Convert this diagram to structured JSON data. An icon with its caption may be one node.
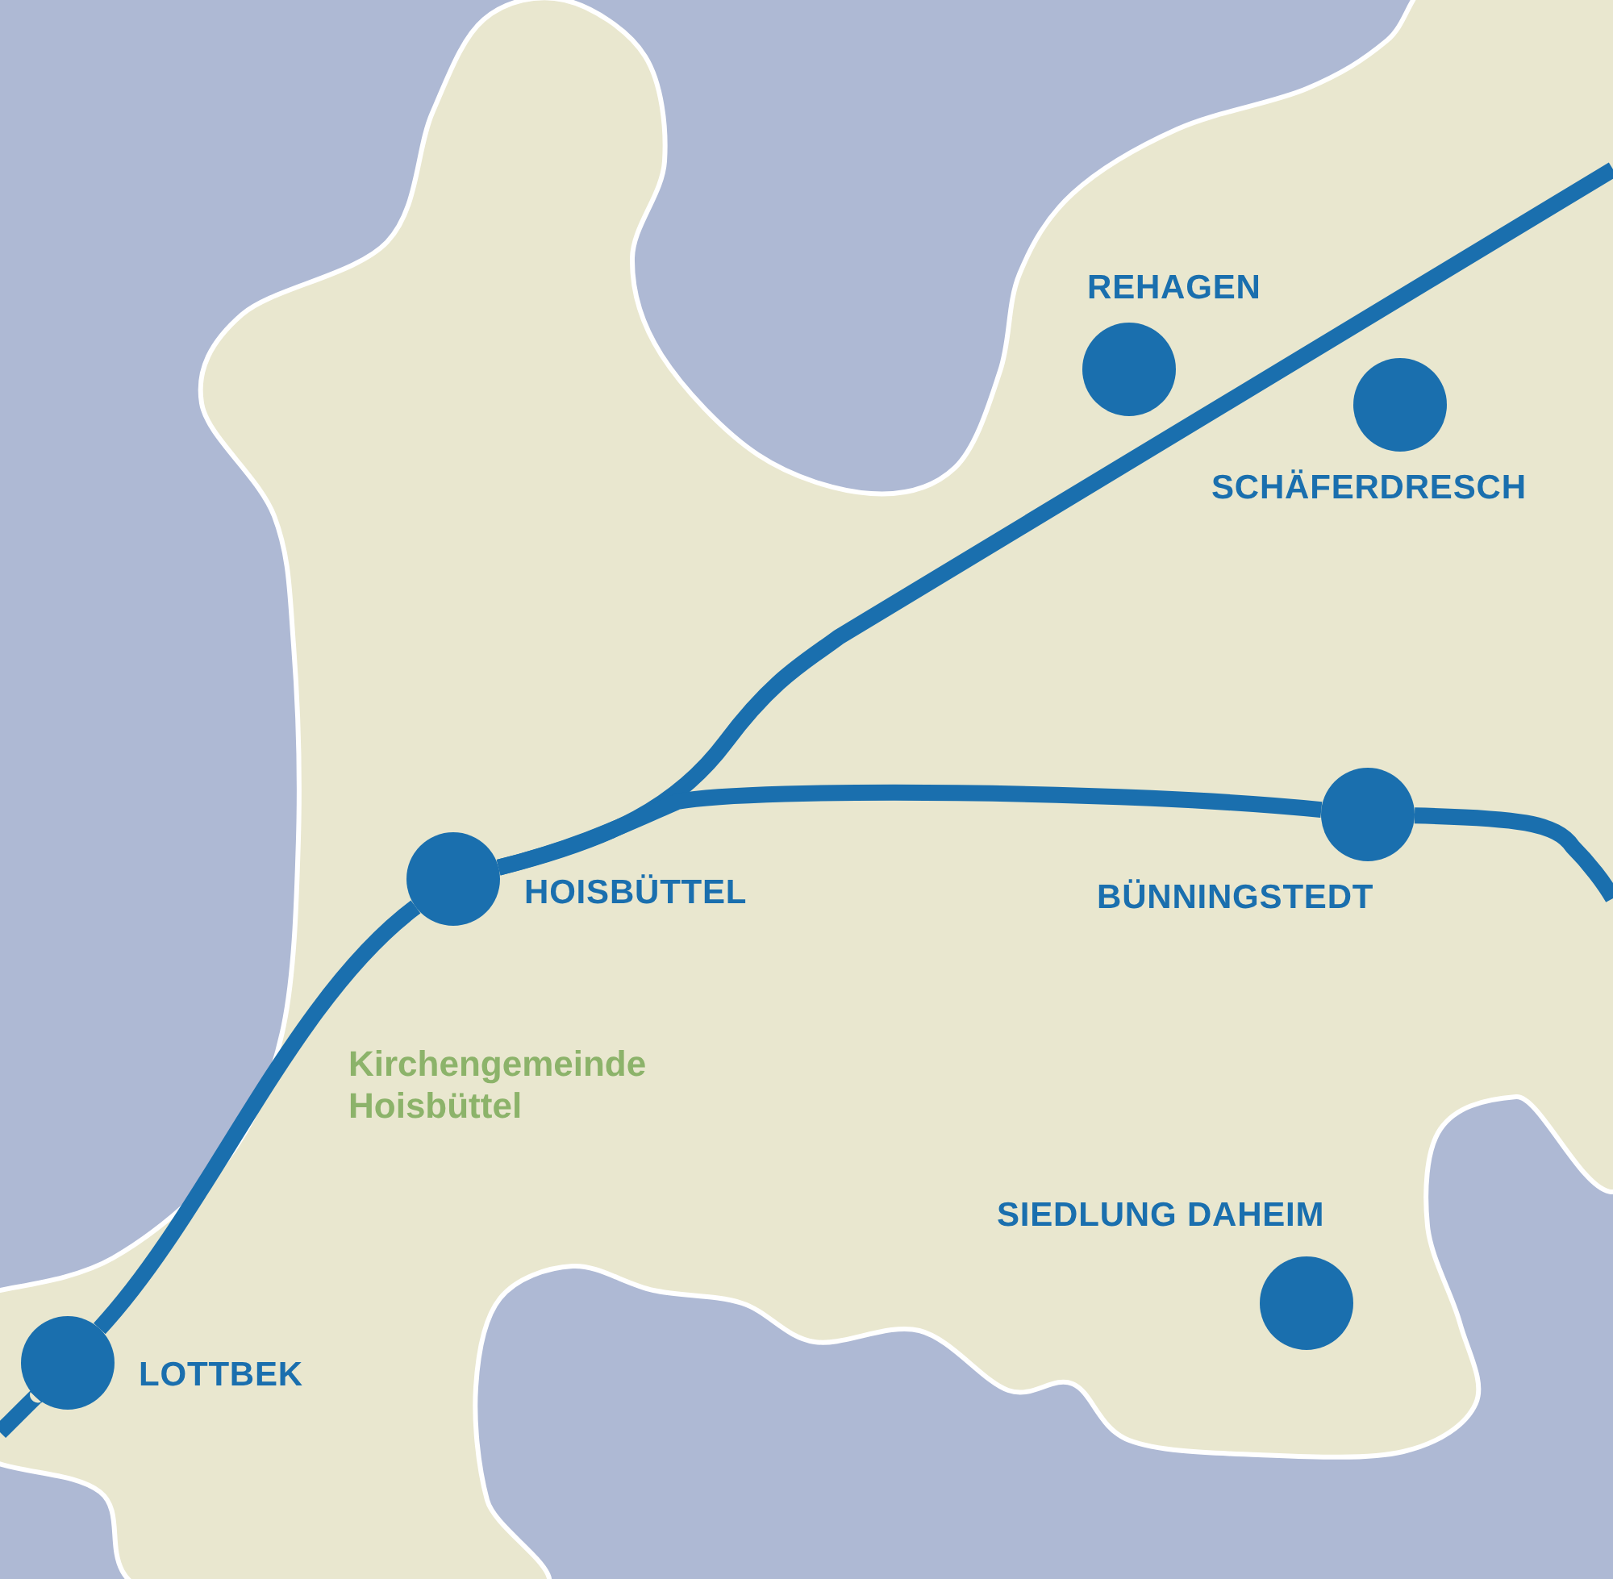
{
  "diagram": {
    "nodes": [
      {
        "text": [
          "REHAGEN"
        ]
      },
      {
        "text": [
          "SCHÄFERDRESCH"
        ]
      },
      {
        "text": [
          "HOISBÜTTEL"
        ]
      },
      {
        "text": [
          "BÜNNINGSTEDT"
        ]
      },
      {
        "text": [
          "SIEDLUNG DAHEIM"
        ]
      },
      {
        "text": [
          "LOTTBEK"
        ]
      }
    ],
    "edges": [
      {
        "from": null,
        "to": 5,
        "arrow": "none"
      },
      {
        "from": 5,
        "to": 2,
        "arrow": "none"
      },
      {
        "from": 2,
        "to": null,
        "arrow": "none"
      },
      {
        "from": 2,
        "to": 3,
        "arrow": "none"
      },
      {
        "from": 3,
        "to": null,
        "arrow": "none"
      }
    ],
    "labels": [
      "Kirchengemeinde Hoisbüttel"
    ]
  }
}
